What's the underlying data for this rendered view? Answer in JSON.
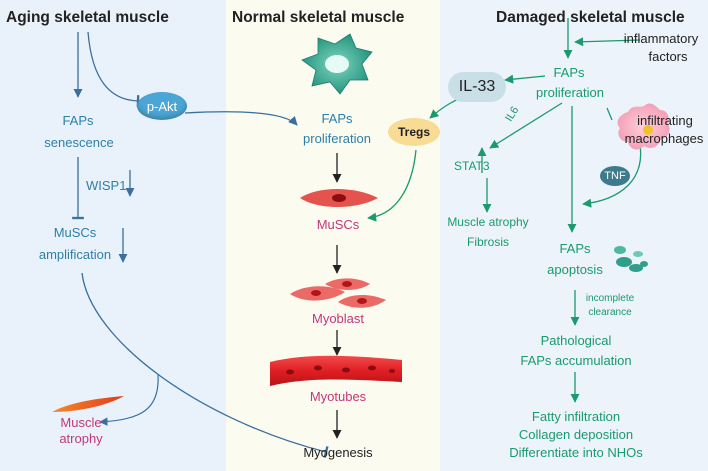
{
  "panels": {
    "aging": {
      "title": "Aging skeletal muscle",
      "faps_senescence": [
        "FAPs",
        "senescence"
      ],
      "p_akt": "p-Akt",
      "wisp1": "WISP1",
      "muscs_amplification": [
        "MuSCs",
        "amplification"
      ],
      "muscle_atrophy": [
        "Muscle",
        "atrophy"
      ]
    },
    "normal": {
      "title": "Normal skeletal muscle",
      "faps_proliferation": [
        "FAPs",
        "proliferation"
      ],
      "muscs": "MuSCs",
      "myoblast": "Myoblast",
      "myotubes": "Myotubes",
      "myogenesis": "Myogenesis",
      "tregs": "Tregs"
    },
    "damaged": {
      "title": "Damaged skeletal muscle",
      "inflammatory_factors": [
        "inflammatory",
        "factors"
      ],
      "faps_proliferation": [
        "FAPs",
        "proliferation"
      ],
      "il33": "IL-33",
      "il6": "IL6",
      "stat3": "STAT3",
      "muscle_atrophy_fibrosis": [
        "Muscle atrophy",
        "Fibrosis"
      ],
      "infiltrating_macrophages": [
        "infiltrating",
        "macrophages"
      ],
      "tnf": "TNF",
      "faps_apoptosis": [
        "FAPs",
        "apoptosis"
      ],
      "incomplete_clearance": [
        "incomplete",
        "clearance"
      ],
      "pathological_accumulation": [
        "Pathological",
        "FAPs accumulation"
      ],
      "outcomes": [
        "Fatty infiltration",
        "Collagen deposition",
        "Differentiate into NHOs"
      ]
    }
  },
  "colors": {
    "aging_bg": "#e9f2fb",
    "normal_bg": "#fbfbf0",
    "damaged_bg": "#ecf3fb",
    "blue_arrow": "#3a6f9e",
    "teal_arrow": "#1a9a6e",
    "pink_text": "#c2387a"
  }
}
